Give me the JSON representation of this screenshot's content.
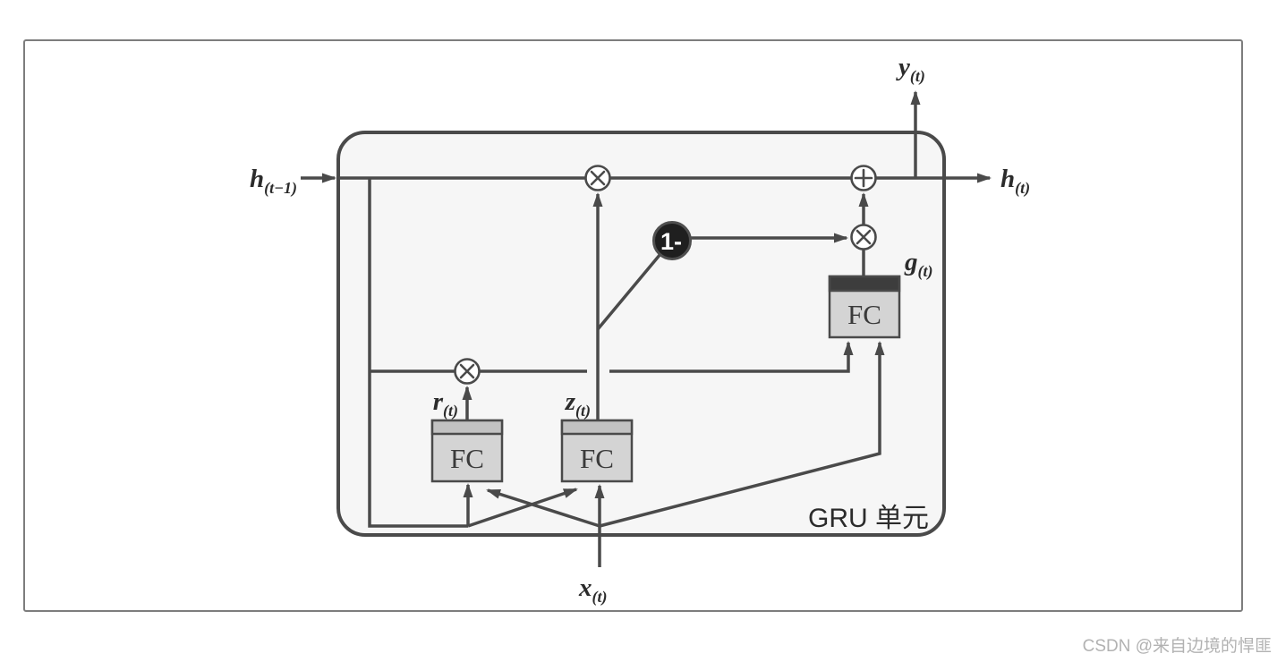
{
  "diagram": {
    "cell_title": "GRU 单元",
    "watermark": "CSDN @来自边境的悍匪",
    "labels": {
      "h_prev": {
        "main": "h",
        "sub": "(t−1)"
      },
      "h_next": {
        "main": "h",
        "sub": "(t)"
      },
      "y_out": {
        "main": "y",
        "sub": "(t)"
      },
      "x_in": {
        "main": "x",
        "sub": "(t)"
      },
      "r_gate": {
        "main": "r",
        "sub": "(t)"
      },
      "z_gate": {
        "main": "z",
        "sub": "(t)"
      },
      "g_gate": {
        "main": "g",
        "sub": "(t)"
      }
    },
    "nodes": {
      "fc_r": "FC",
      "fc_z": "FC",
      "fc_g": "FC",
      "one_minus": "1-"
    },
    "symbols": {
      "multiply": "⊗",
      "add": "⊕"
    },
    "colors": {
      "line": "#4a4a4a",
      "cell_fill": "#f6f6f6",
      "fc_body": "#d4d4d4",
      "fc_header": "#c2c2c2",
      "fc_header_dark": "#3d3d3d",
      "one_minus_fill": "#1f1f1f",
      "watermark": "#b2b2b2",
      "frame_border": "#7d7d7d",
      "text_dark": "#2b2b2b"
    }
  }
}
